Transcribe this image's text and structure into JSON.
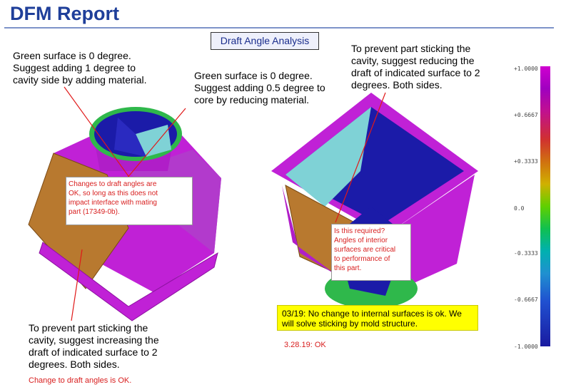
{
  "header": {
    "title": "DFM Report",
    "section": "Draft Angle Analysis"
  },
  "notes": {
    "left_top": [
      "Green surface is 0 degree.",
      "Suggest adding 1 degree to",
      "cavity side by adding material."
    ],
    "mid_top": [
      "Green surface is 0 degree.",
      "Suggest adding 0.5 degree to",
      "core by reducing material."
    ],
    "right_top": [
      "To prevent part sticking the",
      "cavity, suggest reducing the",
      "draft of indicated surface to 2",
      "degrees. Both sides."
    ],
    "left_bottom": [
      "To prevent part sticking the",
      "cavity, suggest increasing  the",
      "draft of indicated surface to 2",
      "degrees. Both sides."
    ]
  },
  "red_notes": {
    "middle_box": [
      "Changes to draft angles are",
      "OK, so long as this does not",
      "impact interface with mating",
      "part (17349-0b)."
    ],
    "right_box": [
      "Is this required?",
      "Angles of interior",
      "surfaces are critical",
      "to performance of",
      "this part."
    ],
    "left_bottom": "Change to draft angles is OK.",
    "right_bottom": "3.28.19: OK"
  },
  "highlight": [
    "03/19: No change to internal surfaces is ok. We",
    "will solve sticking by mold structure."
  ],
  "legend": {
    "ticks": [
      "+1.0000",
      "+0.6667",
      "+0.3333",
      "0.0",
      "-0.3333",
      "-0.6667",
      "-1.0000"
    ]
  },
  "colors": {
    "title": "#1f3f9a",
    "red": "#d81e1e",
    "highlight": "#ffff00",
    "part_magenta": "#c021d6",
    "part_orange": "#b8792f",
    "part_blue": "#1b1ba8",
    "part_green": "#2fb84b"
  }
}
